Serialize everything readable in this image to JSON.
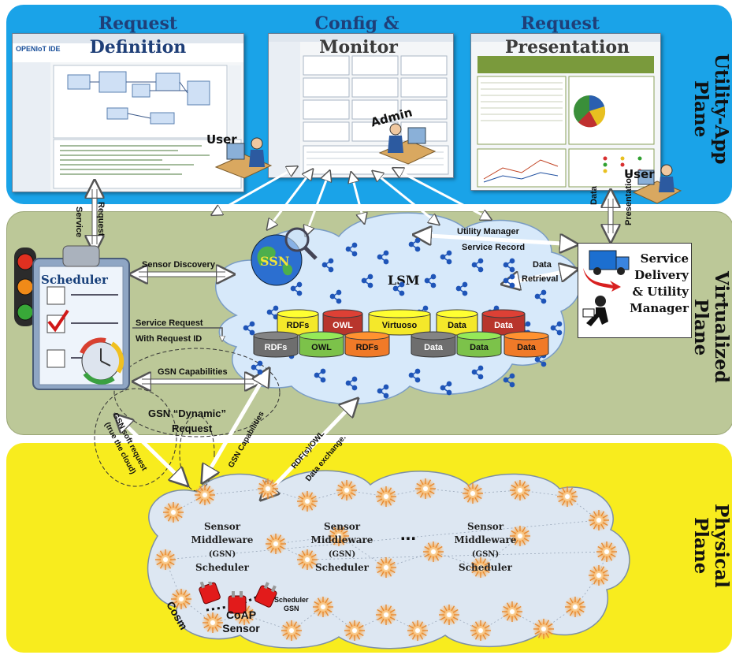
{
  "utility_plane": {
    "label": "Utility-App Plane",
    "label_line1": "Utility-App",
    "label_line2": "Plane",
    "request_definition": {
      "line1": "Request",
      "line2": "Definition"
    },
    "config_monitor": {
      "line1": "Config &",
      "line2": "Monitor"
    },
    "request_presentation": {
      "line1": "Request",
      "line2": "Presentation"
    },
    "user_label": "User",
    "admin_label": "Admin",
    "user2_label": "User",
    "openiot_logo": "OPENIoT IDE"
  },
  "virtualized_plane": {
    "label_line1": "Virtualized",
    "label_line2": "Plane",
    "scheduler": "Scheduler",
    "ssn": "SSN",
    "lsm": "LSM",
    "service_delivery": [
      "Service",
      "Delivery",
      "& Utility",
      "Manager"
    ],
    "databases_top": [
      "RDFs",
      "OWL",
      "Virtuoso",
      "Data",
      "Data"
    ],
    "databases_bottom": [
      "RDFs",
      "OWL",
      "RDFs",
      "Data",
      "Data",
      "Data"
    ]
  },
  "physical_plane": {
    "label_line1": "Physical",
    "label_line2": "Plane",
    "middleware_1": [
      "Sensor",
      "Middleware",
      "(GSN)",
      "Scheduler"
    ],
    "middleware_2": [
      "Sensor",
      "Middleware",
      "(GSN)",
      "Scheduler"
    ],
    "middleware_3": [
      "Sensor",
      "Middleware",
      "(GSN)",
      "Scheduler"
    ],
    "ellipsis": "...",
    "cosm": "Cosm",
    "coap_sensor": [
      "CoAP",
      "Sensor"
    ],
    "scheduler_gsn": [
      "Scheduler",
      "GSN"
    ]
  },
  "connections": {
    "service_request_v": [
      "Service",
      "Request"
    ],
    "sensor_discovery": "Sensor Discovery",
    "service_request_h": "Service Request",
    "with_request_id": "With Request ID",
    "gsn_capabilities_h": "GSN Capabilities",
    "gsn_dynamic": "GSN “Dynamic”",
    "request": "Request",
    "gsn_soft_request": "GSN soft request",
    "true_the_cloud": "(true the cloud)",
    "gsn_capabilities_diag": "GSN Capabilities",
    "rdfs_owl": "RDF(s)/OWL",
    "data_exchange": "Data exchange.",
    "utility_manager": "Utility Manager",
    "service_record": "Service Record",
    "data": "Data",
    "retrieval": "Retrieval",
    "data_presentation_1": "Data",
    "data_presentation_2": "Presentation"
  },
  "colors": {
    "utility_plane": "#1aa3e8",
    "virtualized_plane": "#bcc898",
    "physical_plane": "#f8ec1e",
    "title_blue": "#1f3f78",
    "db_yellow": "#f4e82a",
    "db_red": "#b8352c",
    "db_green": "#7cc24a",
    "db_gray": "#6e6e6e",
    "db_orange": "#f07a28"
  }
}
